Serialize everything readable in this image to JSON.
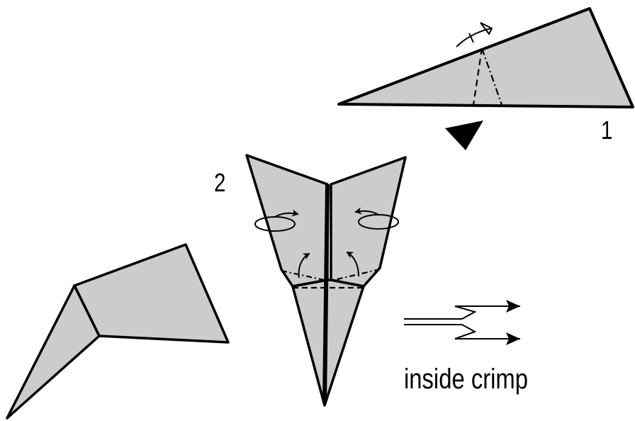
{
  "steps": {
    "step1_label": "1",
    "step2_label": "2"
  },
  "legend": {
    "inside_crimp_label": "inside crimp"
  },
  "colors": {
    "paper": "#cccccc",
    "stroke": "#000000",
    "background": "#ffffff"
  }
}
